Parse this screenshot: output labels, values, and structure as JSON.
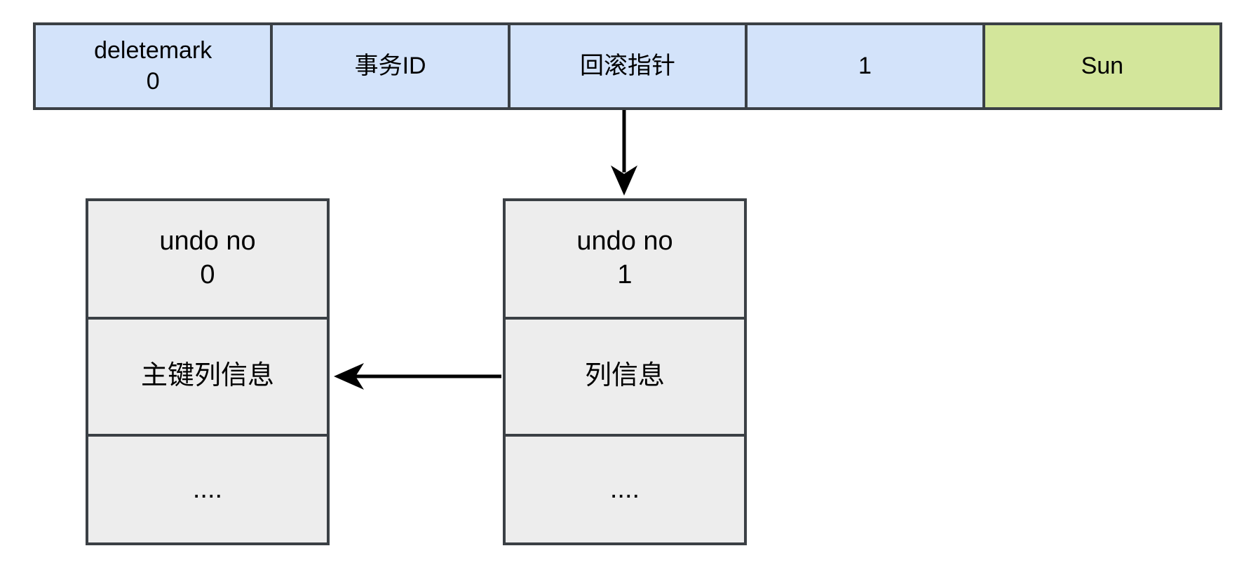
{
  "record_row": {
    "cells": [
      {
        "label": "deletemark\n0"
      },
      {
        "label": "事务ID"
      },
      {
        "label": "回滚指针"
      },
      {
        "label": "1"
      },
      {
        "label": "Sun"
      }
    ]
  },
  "undo_log_0": {
    "cells": [
      "undo no\n0",
      "主键列信息",
      "...."
    ]
  },
  "undo_log_1": {
    "cells": [
      "undo no\n1",
      "列信息",
      "...."
    ]
  },
  "colors": {
    "field_fill": "#d3e3fa",
    "highlight_fill": "#d3e69b",
    "undo_fill": "#ededed",
    "border": "#3b4045",
    "arrow": "#000000"
  }
}
